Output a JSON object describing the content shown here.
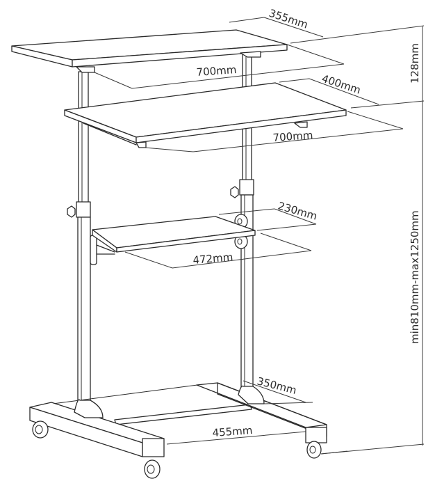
{
  "diagram": {
    "subject": "Height-adjustable mobile standing desk with three shelves",
    "dimensions": {
      "top_depth": "355mm",
      "top_width": "700mm",
      "gap_height": "128mm",
      "keyboard_depth": "400mm",
      "keyboard_width": "700mm",
      "shelf_depth": "230mm",
      "shelf_width": "472mm",
      "base_depth": "350mm",
      "base_width": "455mm",
      "total_height": "min810mm-max1250mm"
    },
    "colors": {
      "line": "#2a2a2a",
      "background": "#ffffff"
    }
  }
}
